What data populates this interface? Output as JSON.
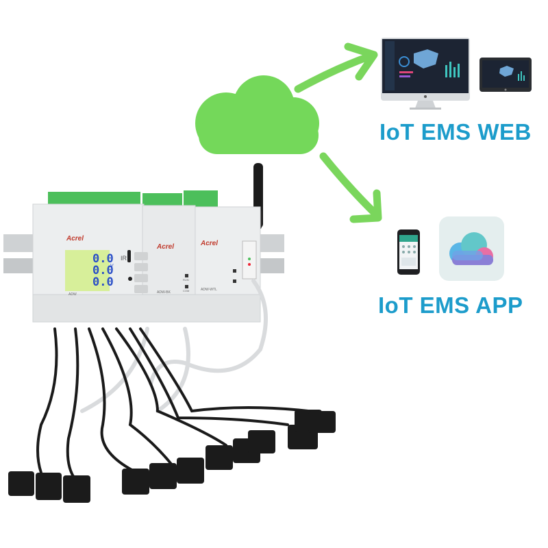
{
  "labels": {
    "web": "IoT EMS WEB",
    "app": "IoT EMS APP"
  },
  "device": {
    "brand_logo": "Acrel",
    "lcd_readings": [
      "0.0",
      "0.0",
      "0.0"
    ],
    "lcd_unit": "V",
    "ir_label": "IR",
    "module_labels": [
      "ADW",
      "ADW-BK",
      "ADW-WTL"
    ],
    "indicator_labels": [
      "RUN",
      "COM"
    ]
  },
  "colors": {
    "label_blue": "#1c9ccb",
    "cloud_green": "#74d85a",
    "arrow_green": "#7ad65c",
    "lcd_green": "#d7ef9a",
    "app_icon_bg": "#e4eeee"
  },
  "icons": [
    "cloud-icon",
    "arrow-up-right-icon",
    "arrow-down-right-icon",
    "desktop-monitor-icon",
    "tablet-icon",
    "smartphone-icon",
    "cloud-app-icon"
  ]
}
